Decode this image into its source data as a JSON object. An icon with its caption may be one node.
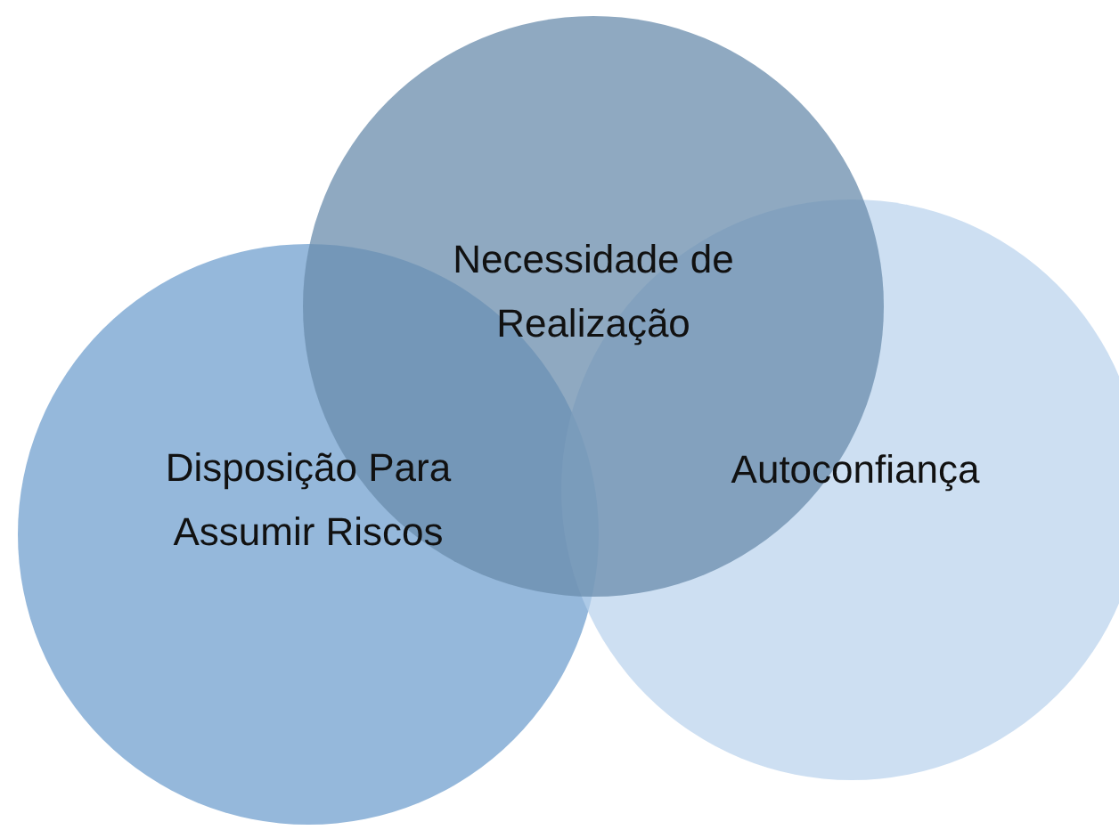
{
  "diagram": {
    "nodes": [
      {
        "text": [
          "Necessidade de Realização"
        ]
      },
      {
        "text": [
          "Disposição Para Assumir Riscos"
        ]
      },
      {
        "text": [
          "Autoconfiança"
        ]
      }
    ],
    "edges": []
  }
}
